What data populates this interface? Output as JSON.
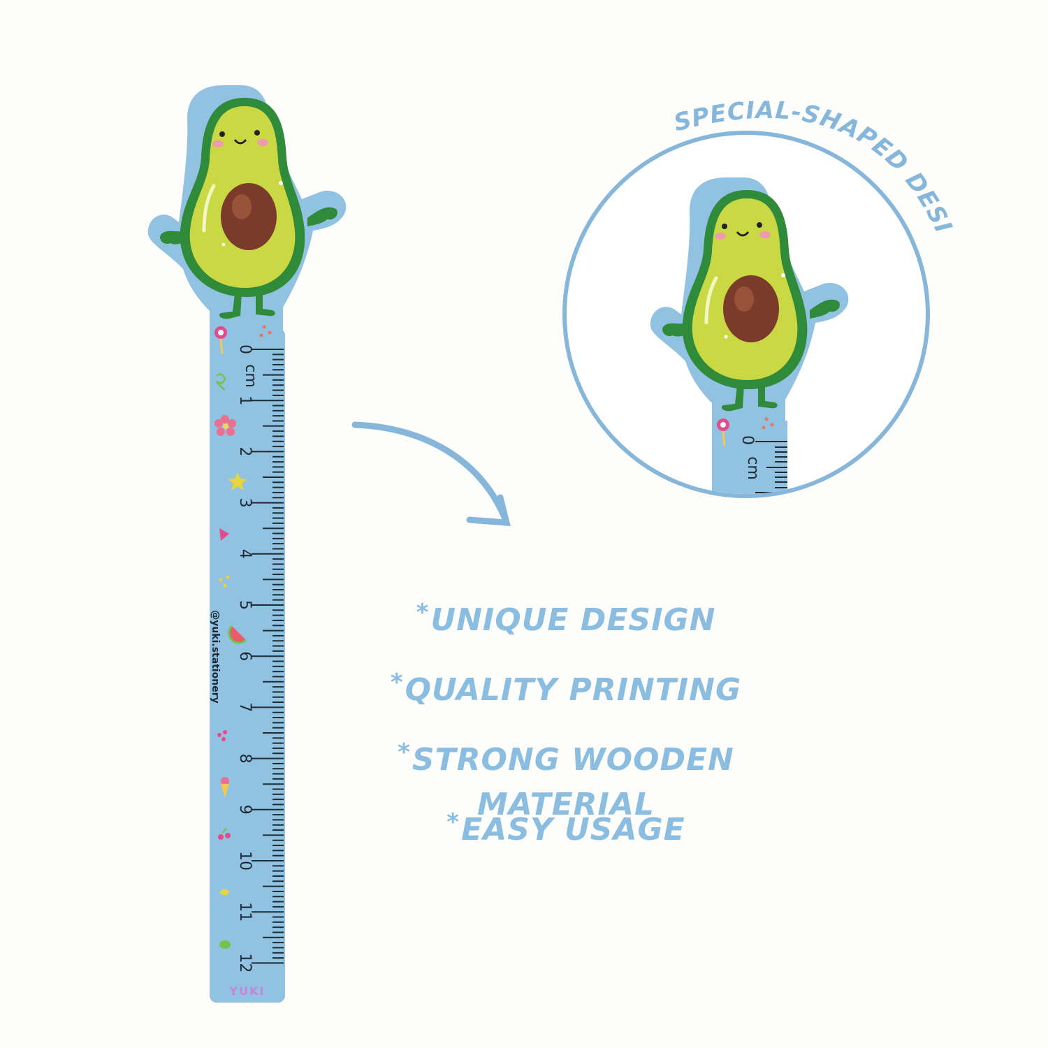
{
  "ruler": {
    "unit": "cm",
    "numbers": [
      "0",
      "1",
      "2",
      "3",
      "4",
      "5",
      "6",
      "7",
      "8",
      "9",
      "10",
      "11",
      "12"
    ],
    "handle": "@yuki.stationery",
    "brand": "YUKI"
  },
  "callout": {
    "label": "SPECIAL-SHAPED DESIGN"
  },
  "features": [
    {
      "star": "*",
      "text": "UNIQUE DESIGN"
    },
    {
      "star": "*",
      "text": "QUALITY PRINTING"
    },
    {
      "star": "*",
      "text": "STRONG WOODEN MATERIAL"
    },
    {
      "star": "*",
      "text": "EASY USAGE"
    }
  ],
  "colors": {
    "ruler_blue": "#92c2e2",
    "ring_blue": "#86b7da",
    "avocado_skin": "#2f8a3a",
    "avocado_flesh": "#c9d843",
    "avocado_pit": "#7a3b2a",
    "text_blue": "#8bbde0"
  },
  "icons": [
    "avocado-mascot-icon",
    "lollipop-icon",
    "flower-icon",
    "star-icon",
    "triangle-icon",
    "watermelon-icon",
    "icecream-icon",
    "cherry-icon"
  ]
}
